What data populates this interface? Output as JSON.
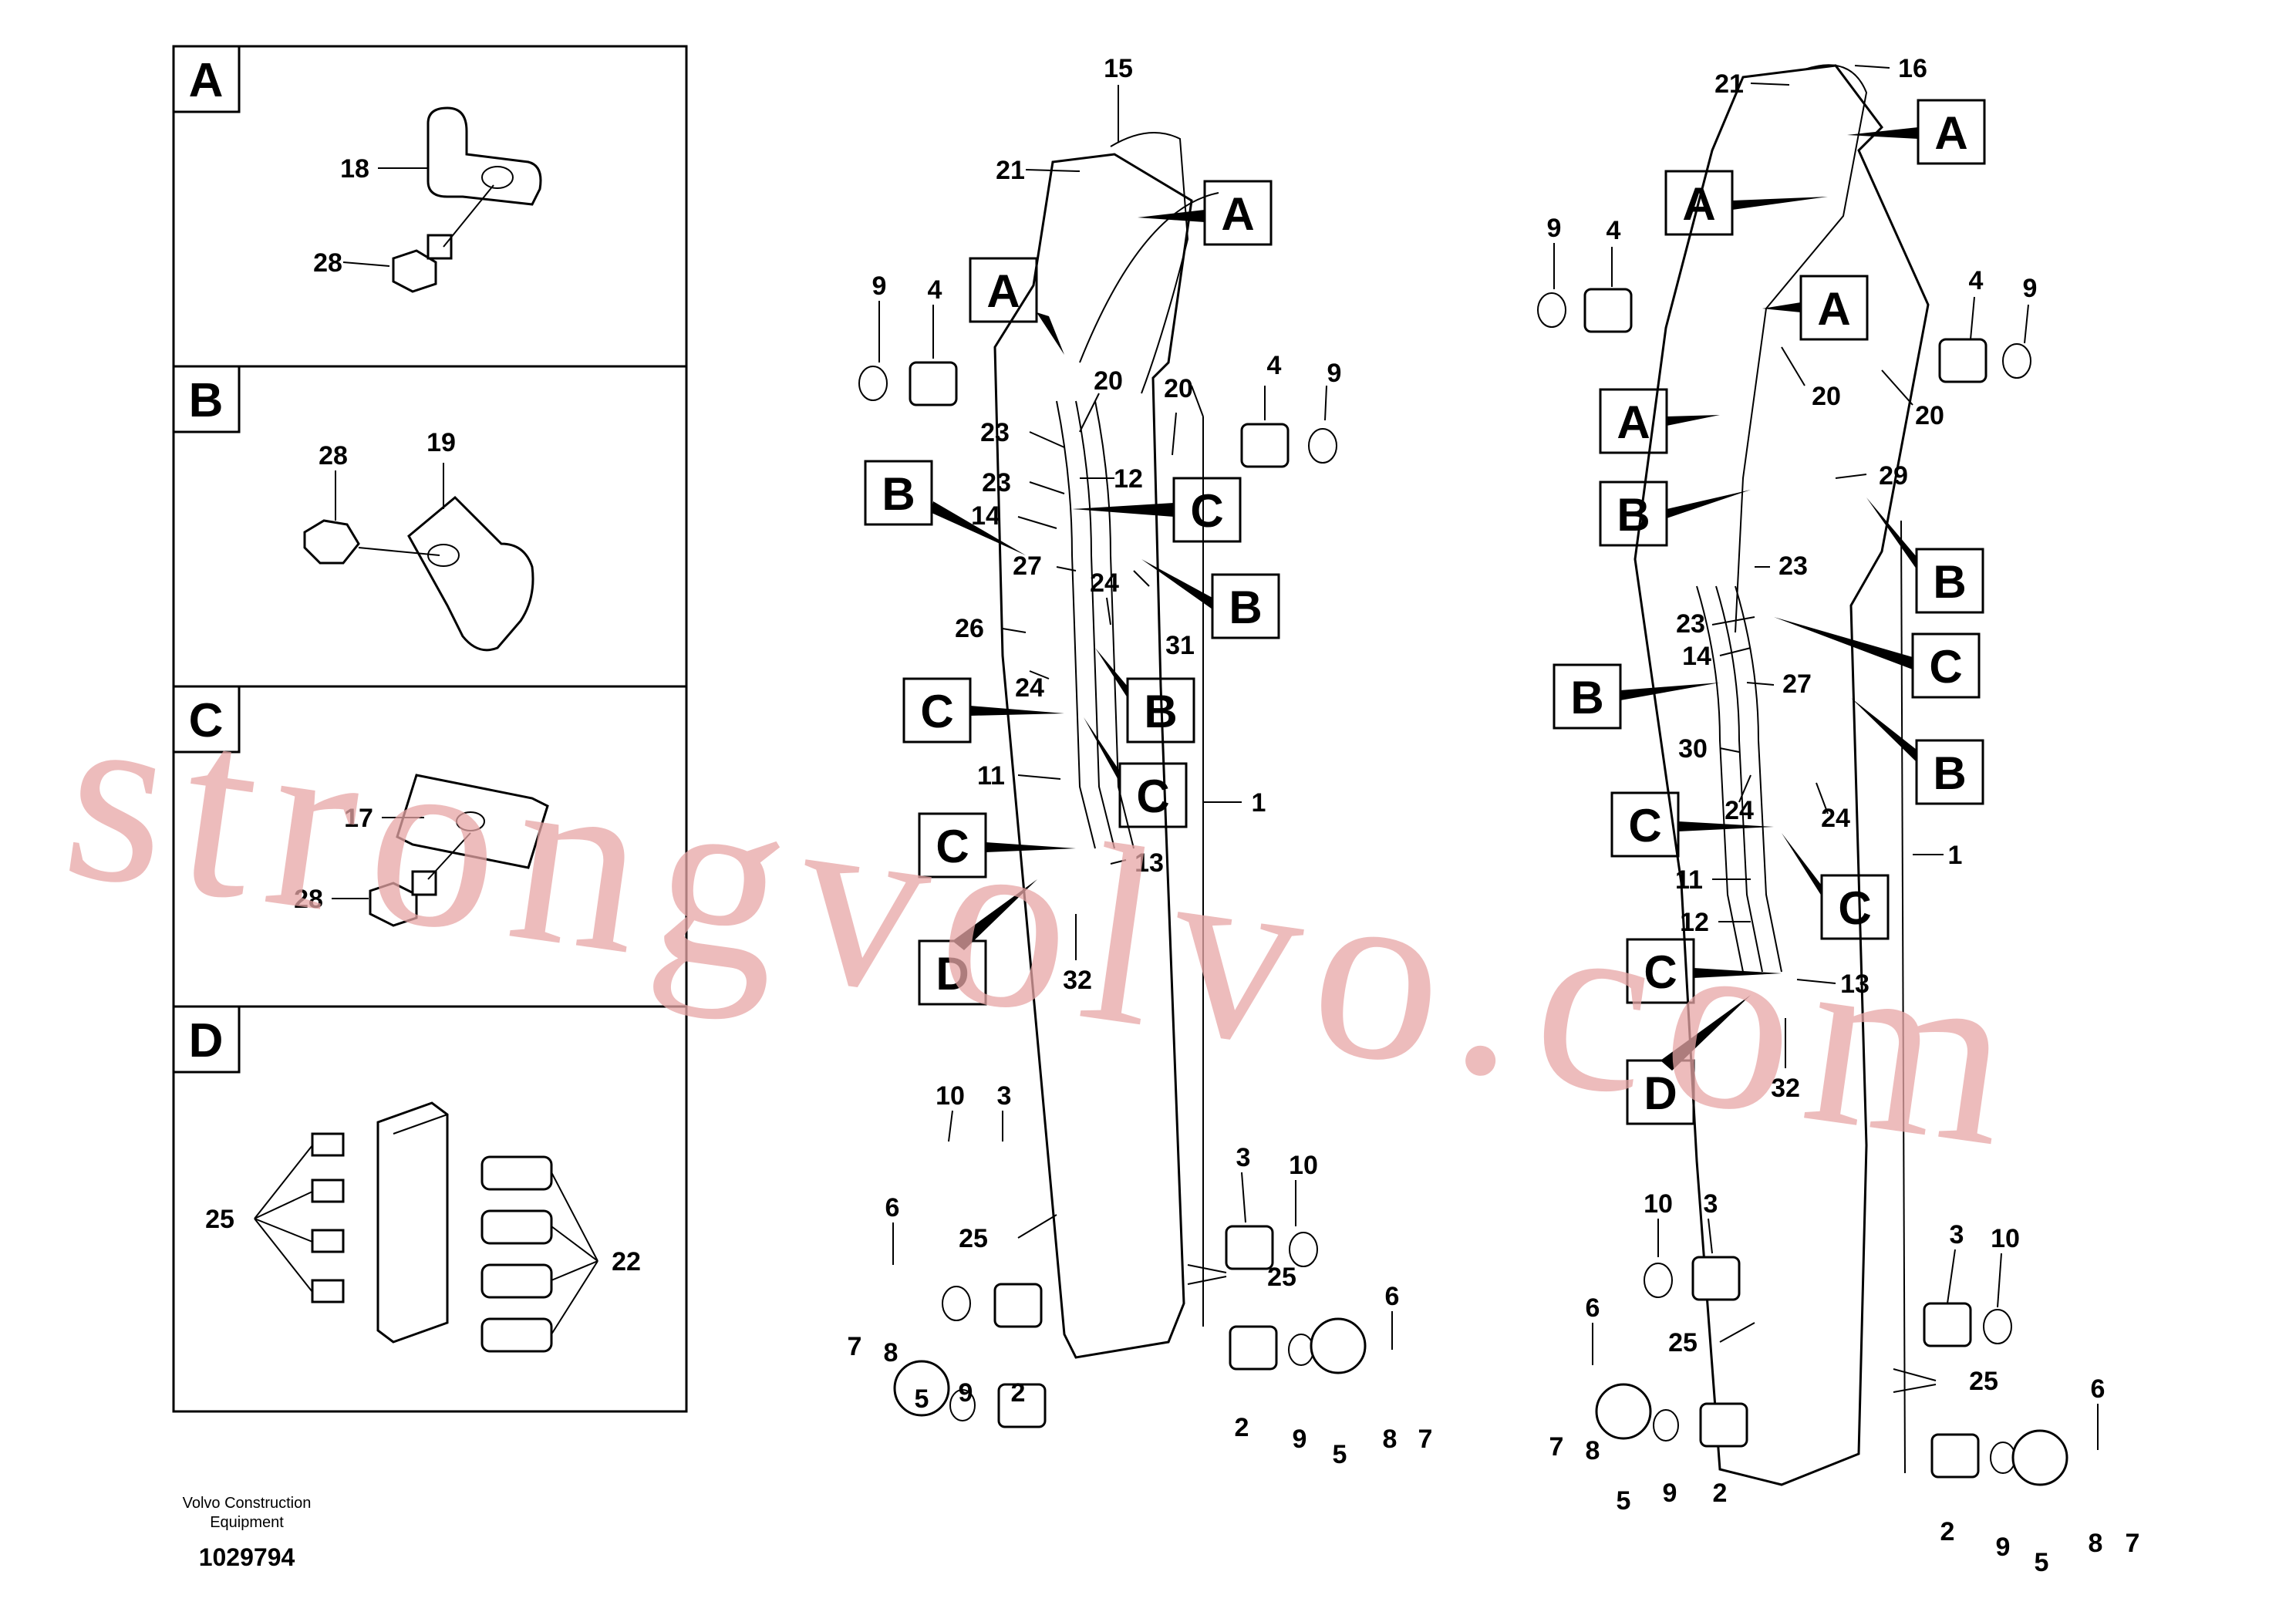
{
  "detail_panels": [
    {
      "letter": "A",
      "callouts": [
        "18",
        "28"
      ]
    },
    {
      "letter": "B",
      "callouts": [
        "28",
        "19"
      ]
    },
    {
      "letter": "C",
      "callouts": [
        "17",
        "28"
      ]
    },
    {
      "letter": "D",
      "callouts": [
        "25",
        "22"
      ]
    }
  ],
  "boxed_refs": {
    "A": "A",
    "B": "B",
    "C": "C",
    "D": "D"
  },
  "left_arm_callouts": [
    "15",
    "21",
    "9",
    "4",
    "20",
    "20",
    "4",
    "9",
    "23",
    "12",
    "23",
    "14",
    "27",
    "26",
    "24",
    "31",
    "24",
    "11",
    "13",
    "1",
    "32",
    "10",
    "3",
    "3",
    "10",
    "6",
    "25",
    "25",
    "6",
    "7",
    "8",
    "5",
    "9",
    "2",
    "2",
    "9",
    "5",
    "8",
    "7"
  ],
  "right_arm_callouts": [
    "21",
    "16",
    "9",
    "4",
    "4",
    "9",
    "20",
    "20",
    "29",
    "23",
    "23",
    "14",
    "27",
    "30",
    "24",
    "24",
    "11",
    "12",
    "13",
    "1",
    "32",
    "10",
    "3",
    "3",
    "10",
    "6",
    "25",
    "25",
    "6",
    "7",
    "8",
    "5",
    "9",
    "2",
    "2",
    "9",
    "5",
    "8",
    "7"
  ],
  "watermark": "strongvolvo.com",
  "footer": {
    "company_line1": "Volvo Construction",
    "company_line2": "Equipment",
    "drawing_number": "1029794"
  }
}
